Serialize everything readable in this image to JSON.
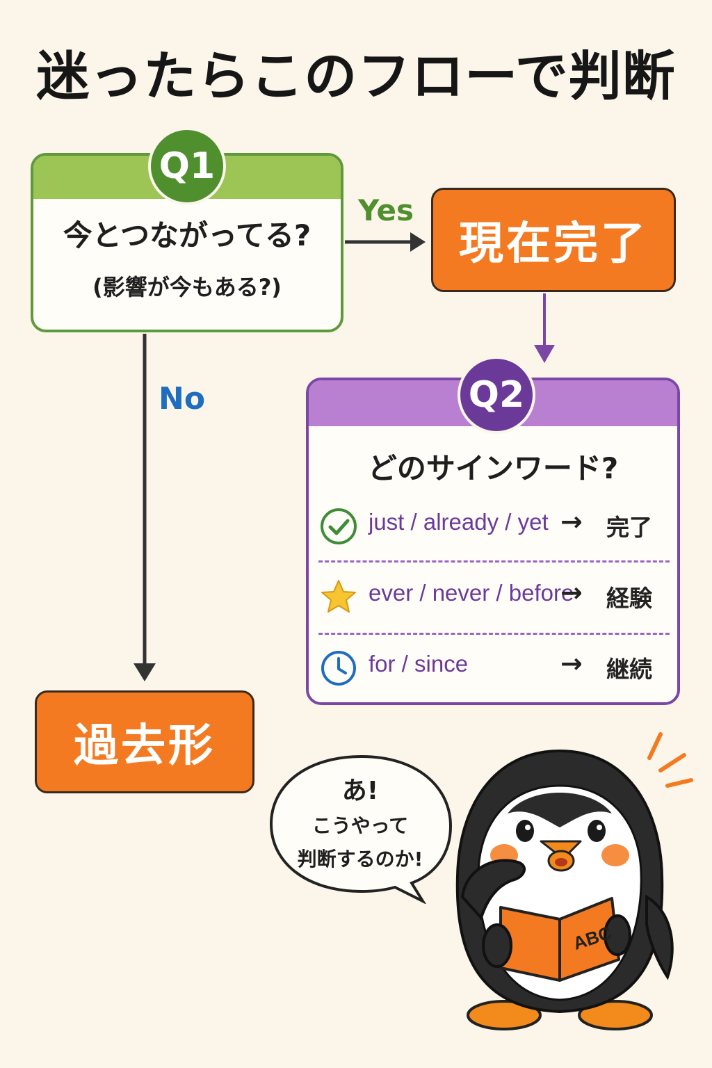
{
  "title": "迷ったらこのフローで判断",
  "q1": {
    "badge": "Q1",
    "question": "今とつながってる?",
    "sub": "(影響が今もある?)"
  },
  "yes_label": "Yes",
  "no_label": "No",
  "present_perfect": "現在完了",
  "past_tense": "過去形",
  "q2": {
    "badge": "Q2",
    "question": "どのサインワード?",
    "rows": [
      {
        "icon": "check-circle-icon",
        "words": "just / already / yet",
        "arrow": "→",
        "result": "完了"
      },
      {
        "icon": "star-icon",
        "words": "ever / never / before",
        "arrow": "→",
        "result": "経験"
      },
      {
        "icon": "clock-icon",
        "words": "for / since",
        "arrow": "→",
        "result": "継続"
      }
    ]
  },
  "bubble": {
    "line1": "あ!",
    "line2": "こうやって",
    "line3": "判断するのか!"
  },
  "book_text": "ABC",
  "colors": {
    "background": "#fbf5ea",
    "green": "#5e9a3c",
    "orange": "#f47a21",
    "purple": "#7b46a6",
    "blue": "#1f6dbf"
  }
}
